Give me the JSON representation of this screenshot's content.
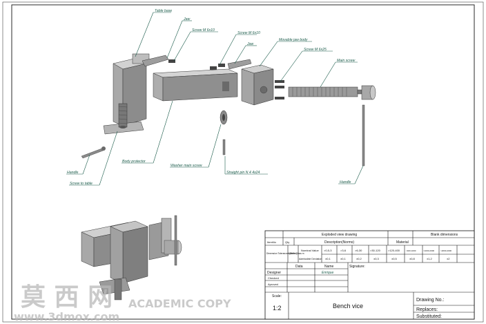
{
  "labels": {
    "table_base": "Table base",
    "jaw_1": "Jaw",
    "screw_m6x10_1": "Screw M 6x10",
    "screw_m6x10_2": "Screw M 6x10",
    "jaw_2": "Jaw",
    "movable_jaw_body": "Movable jaw body",
    "screw_m6x25": "Screw M 6x25",
    "main_screw": "Main screw",
    "handle_1": "Handle",
    "screw_to_table": "Screw to table",
    "body_protector": "Body protector",
    "washer_main_screw": "Washer main screw",
    "straight_pin": "Straight pin N 4 4x24",
    "handle_2": "Handle"
  },
  "title_block": {
    "header": "Exploded view drawing",
    "item_no": "ItemNo",
    "qty": "Qty",
    "description": "Description(Norms)",
    "material": "Material",
    "blank_dimensions": "Blank dimensions",
    "tol_label": "Dimension Tolerances (Metric)",
    "middle_class": "Middle Class m",
    "nominal_value": "Nominal Value",
    "admissible_deviation": "Admissible Deviation",
    "ranges": [
      ">0,5-3",
      ">3-6",
      ">6-30",
      ">30-120",
      ">120-400",
      ">400-1000",
      ">1000-2000",
      ">2000-4000"
    ],
    "deviations": [
      "±0,1",
      "±0,1",
      "±0,2",
      "±0,3",
      "±0,5",
      "±0,8",
      "±1,2",
      "±2"
    ],
    "data": "Data",
    "name": "Name",
    "signature": "Signature:",
    "designer": "Designer",
    "designer_name": "Enrique",
    "checked": "Checked",
    "aproved": "Aproved",
    "scale_label": "Scale:",
    "scale_value": "1:2",
    "title": "Bench vice",
    "drawing_no": "Drawing No.:",
    "replaces": "Replaces:",
    "substituted": "Substituted:"
  },
  "watermark": {
    "chinese": "莫 西 网",
    "url": "www.3dmox.com",
    "academic": "ACADEMIC COPY"
  },
  "colors": {
    "label_green": "#1a5b4a",
    "part_light": "#c4c4c4",
    "part_mid": "#9a9a9a",
    "part_dark": "#6e6e6e"
  }
}
